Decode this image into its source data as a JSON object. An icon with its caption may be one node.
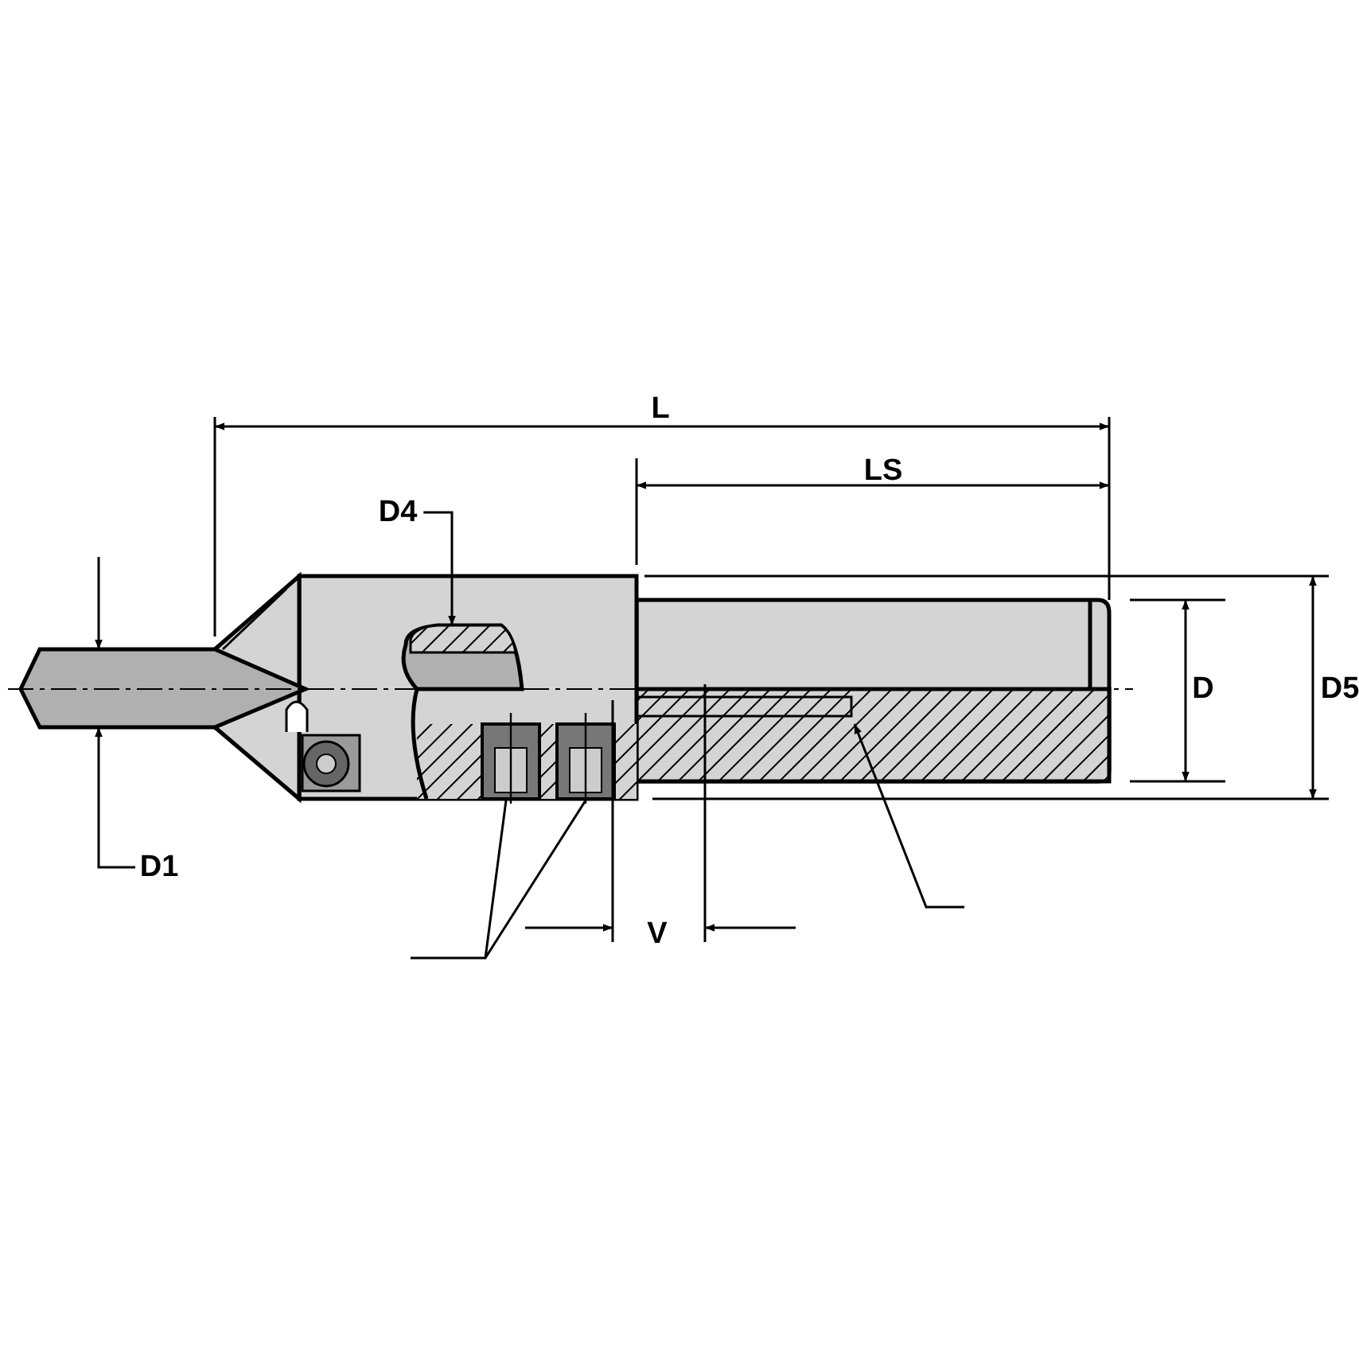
{
  "diagram": {
    "nodes": [
      {
        "text": [
          "D4"
        ]
      },
      {
        "text": [],
        "shape": "box"
      }
    ],
    "edges": [
      {
        "from": 0,
        "to": 1,
        "arrow": "to"
      }
    ],
    "labels": [
      "L",
      "LS",
      "D",
      "D5",
      "D1",
      "V"
    ]
  }
}
